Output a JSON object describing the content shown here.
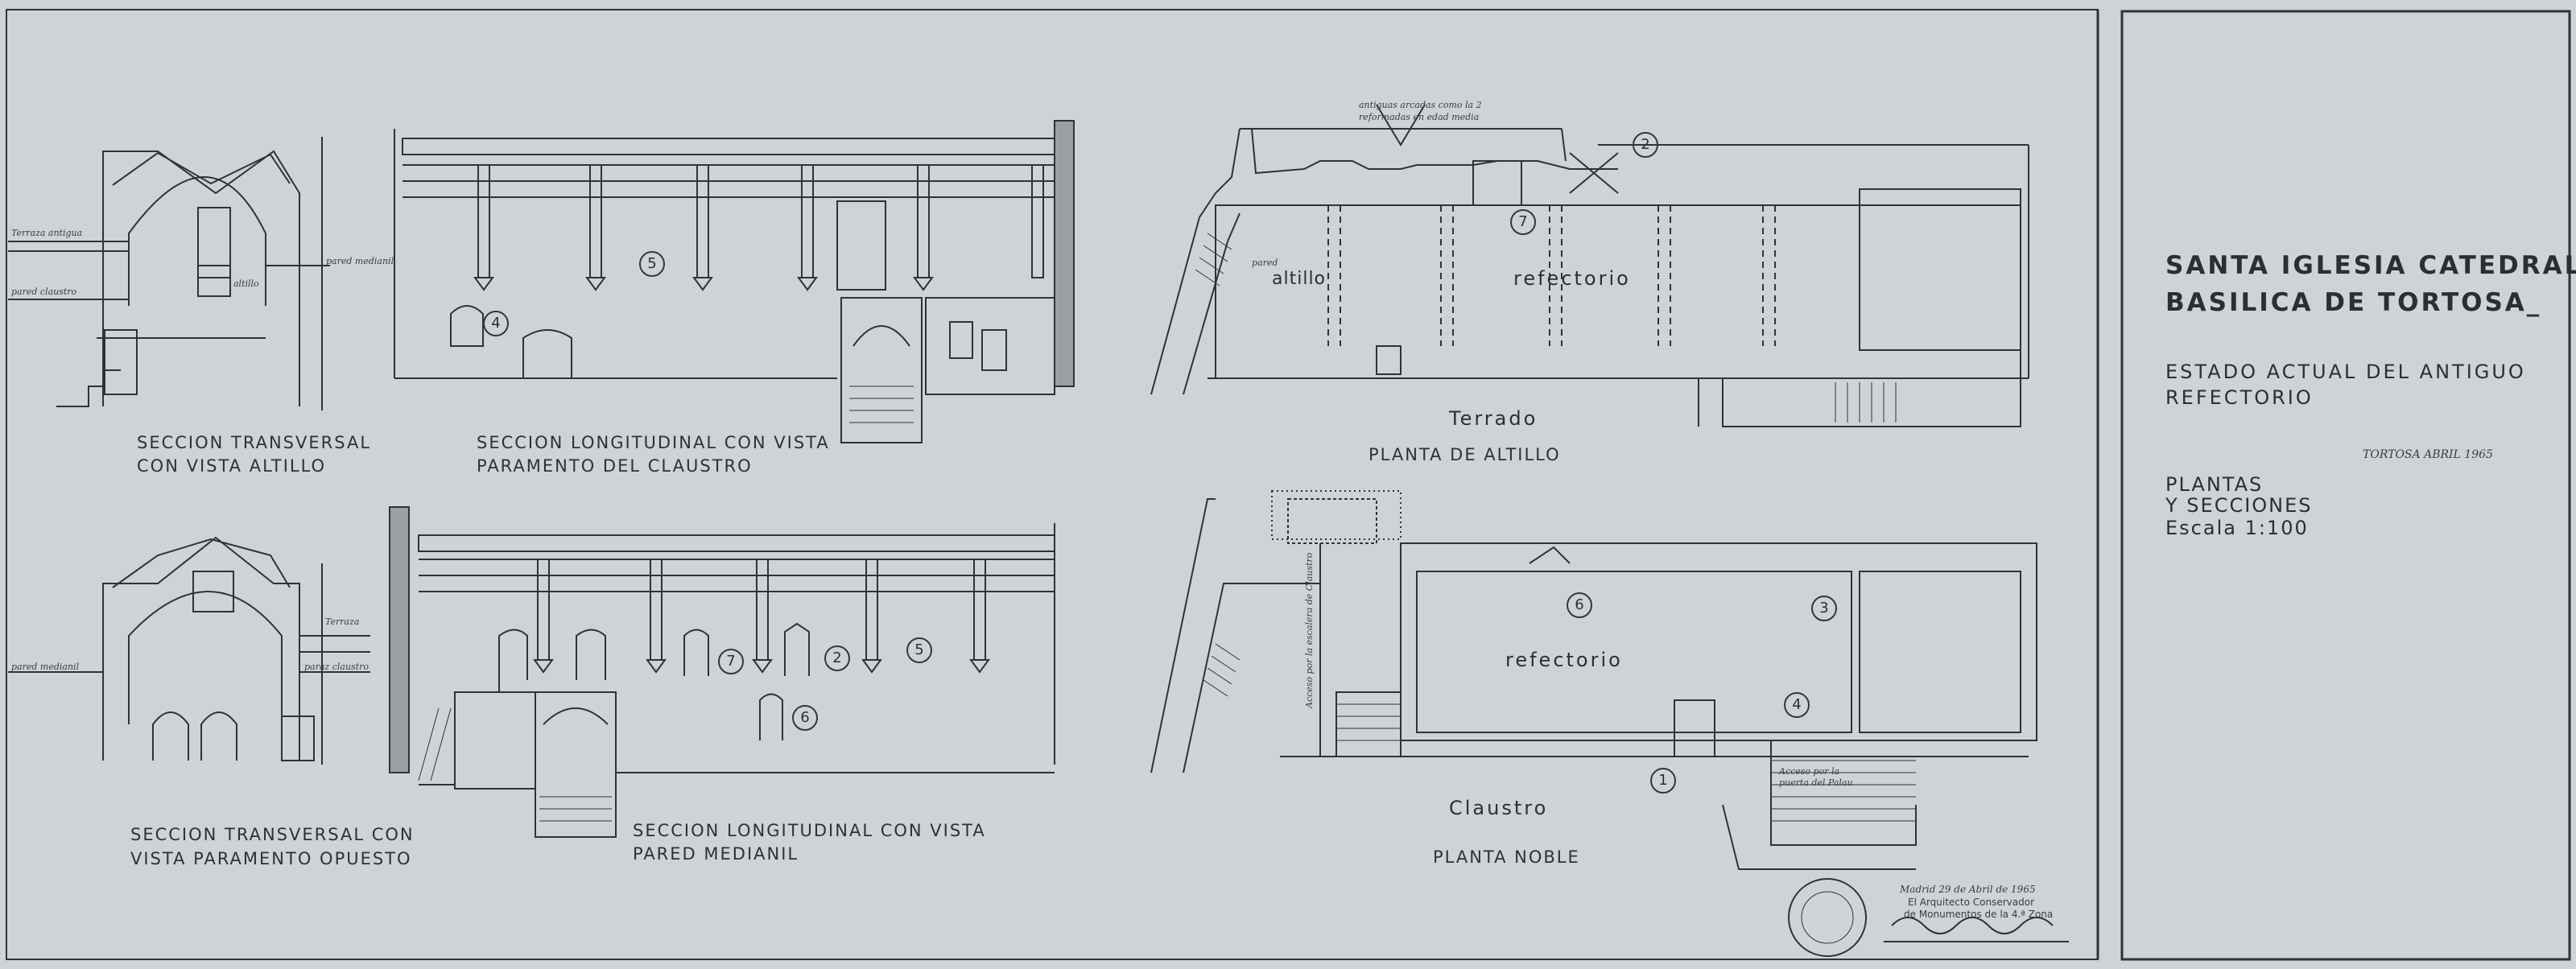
{
  "title": {
    "line1": "SANTA IGLESIA CATEDRAL",
    "line2": "BASILICA DE TORTOSA_",
    "subtitle1": "ESTADO ACTUAL DEL ANTIGUO",
    "subtitle2": "REFECTORIO",
    "date": "TORTOSA ABRIL 1965",
    "sheet1": "PLANTAS",
    "sheet2": "Y SECCIONES",
    "scale": "Escala 1:100"
  },
  "views": {
    "sec_trans_altillo_1": "SECCION TRANSVERSAL",
    "sec_trans_altillo_2": "CON VISTA ALTILLO",
    "sec_long_claustro_1": "SECCION LONGITUDINAL CON VISTA",
    "sec_long_claustro_2": "PARAMENTO DEL CLAUSTRO",
    "planta_altillo": "PLANTA   DE   ALTILLO",
    "sec_trans_opuesto_1": "SECCION TRANSVERSAL CON",
    "sec_trans_opuesto_2": "VISTA PARAMENTO OPUESTO",
    "sec_long_medianil_1": "SECCION LONGITUDINAL CON VISTA",
    "sec_long_medianil_2": "PARED MEDIANIL",
    "planta_noble": "PLANTA   NOBLE"
  },
  "rooms": {
    "refectorio_top": "refectorio",
    "refectorio_bottom": "refectorio",
    "altillo": "altillo",
    "terrado": "Terrado",
    "claustro": "Claustro"
  },
  "annotations": {
    "terraza_altillo": "Terraza antigua",
    "pared_claustro_1": "pared claustro",
    "pared_medianil_1": "pared medianil",
    "altillo_small": "altillo",
    "terraza_2": "Terraza",
    "pared_medianil_2": "pared medianil",
    "pared_claustro_2": "paraz claustro",
    "antiguas_arcadas": "antiguas arcadas como la 2",
    "antiguas_arcadas_2": "reformadas en edad media",
    "cotas_altillo": "pared",
    "acceso_puerta": "Acceso por la",
    "acceso_puerta_2": "puerta del Palau",
    "acceso_escalera": "Acceso por la escalera de Claustro"
  },
  "callouts": [
    "1",
    "2",
    "3",
    "4",
    "5",
    "6",
    "7"
  ],
  "signature": {
    "place_date": "Madrid 29 de Abril de 1965",
    "role1": "El Arquitecto Conservador",
    "role2": "de Monumentos de la 4.ª Zona"
  },
  "colors": {
    "paper": "#cfd3d6",
    "ink": "#2e3236"
  }
}
